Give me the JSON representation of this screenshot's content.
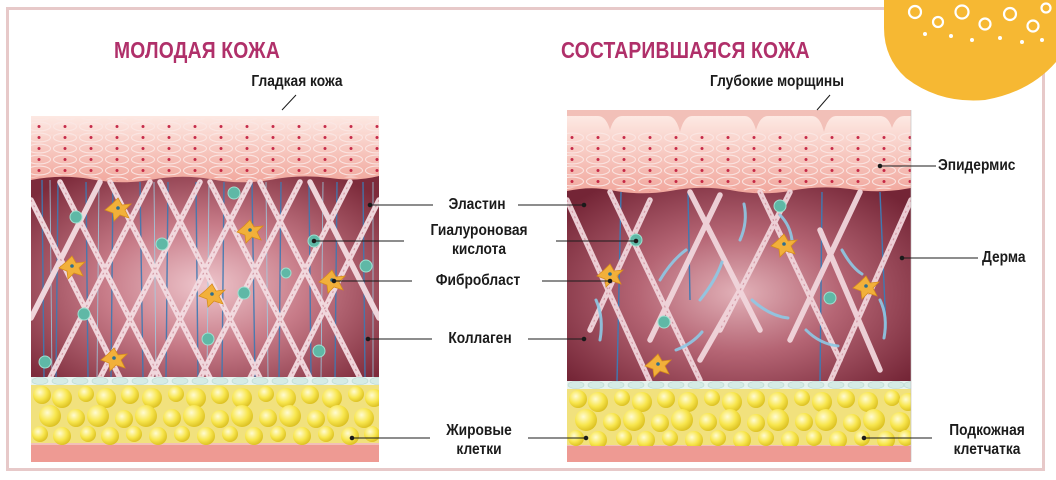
{
  "headings": {
    "young": "МОЛОДАЯ КОЖА",
    "aged": "СОСТАРИВШАЯСЯ КОЖА"
  },
  "labels": {
    "smooth_skin": "Гладкая кожа",
    "deep_wrinkles": "Глубокие морщины",
    "elastin": "Эластин",
    "hyaluronic_line1": "Гиалуроновая",
    "hyaluronic_line2": "кислота",
    "fibroblast": "Фибробласт",
    "collagen": "Коллаген",
    "fat_line1": "Жировые",
    "fat_line2": "клетки",
    "epidermis": "Эпидермис",
    "dermis": "Дерма",
    "subcutis_line1": "Подкожная",
    "subcutis_line2": "клетчатка"
  },
  "colors": {
    "heading": "#b0306a",
    "frame": "#e7c9c9",
    "logo": "#f6b833",
    "epidermis": "#f2a79f",
    "dermis": "#8e3a48",
    "fat": "#f6e45a"
  }
}
